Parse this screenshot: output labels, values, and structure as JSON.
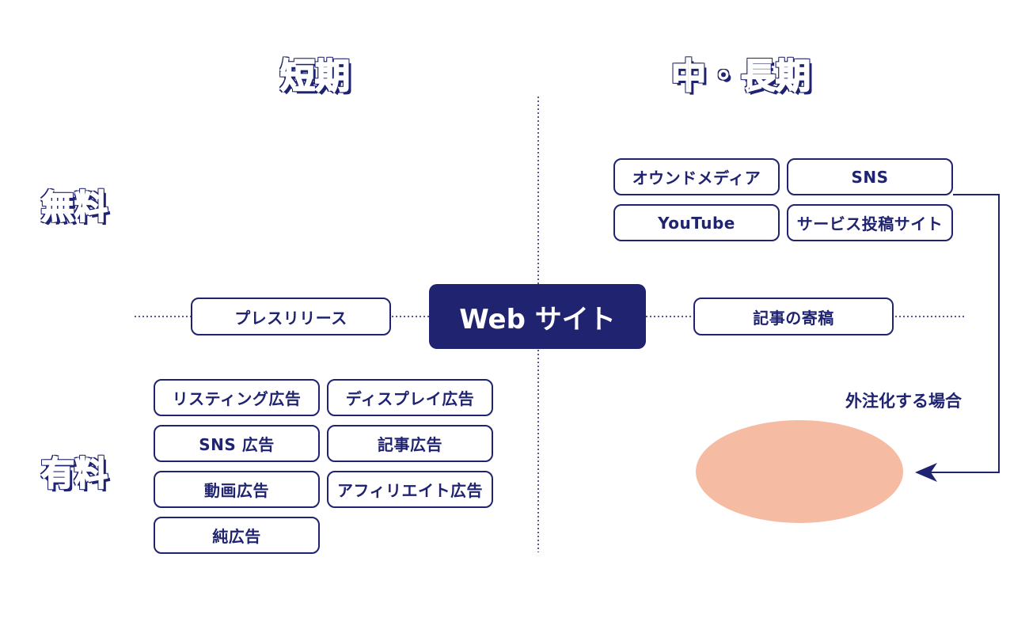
{
  "headings": {
    "short_term": "短期",
    "long_term": "中・長期",
    "free": "無料",
    "paid": "有料"
  },
  "center": {
    "label": "Web サイト"
  },
  "free_long": [
    "オウンドメディア",
    "SNS",
    "YouTube",
    "サービス投稿サイト"
  ],
  "middle": {
    "left": "プレスリリース",
    "right": "記事の寄稿"
  },
  "paid_short": [
    "リスティング広告",
    "ディスプレイ広告",
    "SNS 広告",
    "記事広告",
    "動画広告",
    "アフィリエイト広告",
    "純広告"
  ],
  "outsource": {
    "label": "外注化する場合"
  },
  "colors": {
    "navy": "#1f2370",
    "salmon": "#f6bba3"
  }
}
